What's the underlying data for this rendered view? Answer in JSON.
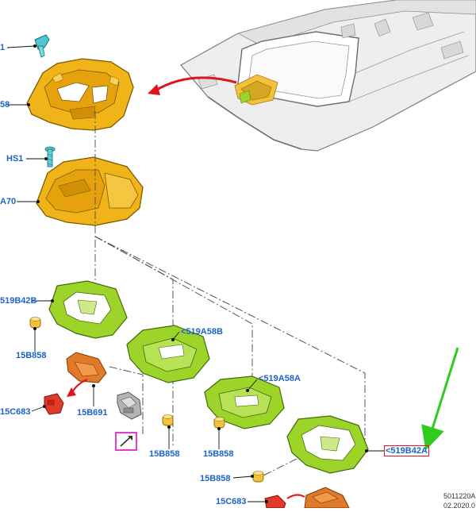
{
  "labels": {
    "l1": "1",
    "l58": "58",
    "hs1": "HS1",
    "a70": "A70",
    "b42b": "519B42B",
    "b858a": "15B858",
    "c683a": "15C683",
    "b691": "15B691",
    "a58b": "<519A58B",
    "a58a": "<519A58A",
    "b858b": "15B858",
    "b858c": "15B858",
    "b42a": "<519B42A",
    "b858d": "15B858",
    "c683b": "15C683"
  },
  "ref": {
    "code": "5011220A",
    "date": "02.2020.0"
  },
  "colors": {
    "label": "#1f63c8",
    "highlight_box": "#e0141e",
    "arrow_green": "#2ecc1f",
    "arrow_red": "#e0141e",
    "console_orange": "#f0b418",
    "bezel_green": "#9cd42a",
    "bulb_yellow": "#f4c23a",
    "lens_orange": "#e07a28",
    "connector_red": "#e23a2a",
    "clip_teal": "#4fc7d3",
    "sensor_gray": "#b4b4b4",
    "callout_magenta": "#e83ad8"
  }
}
